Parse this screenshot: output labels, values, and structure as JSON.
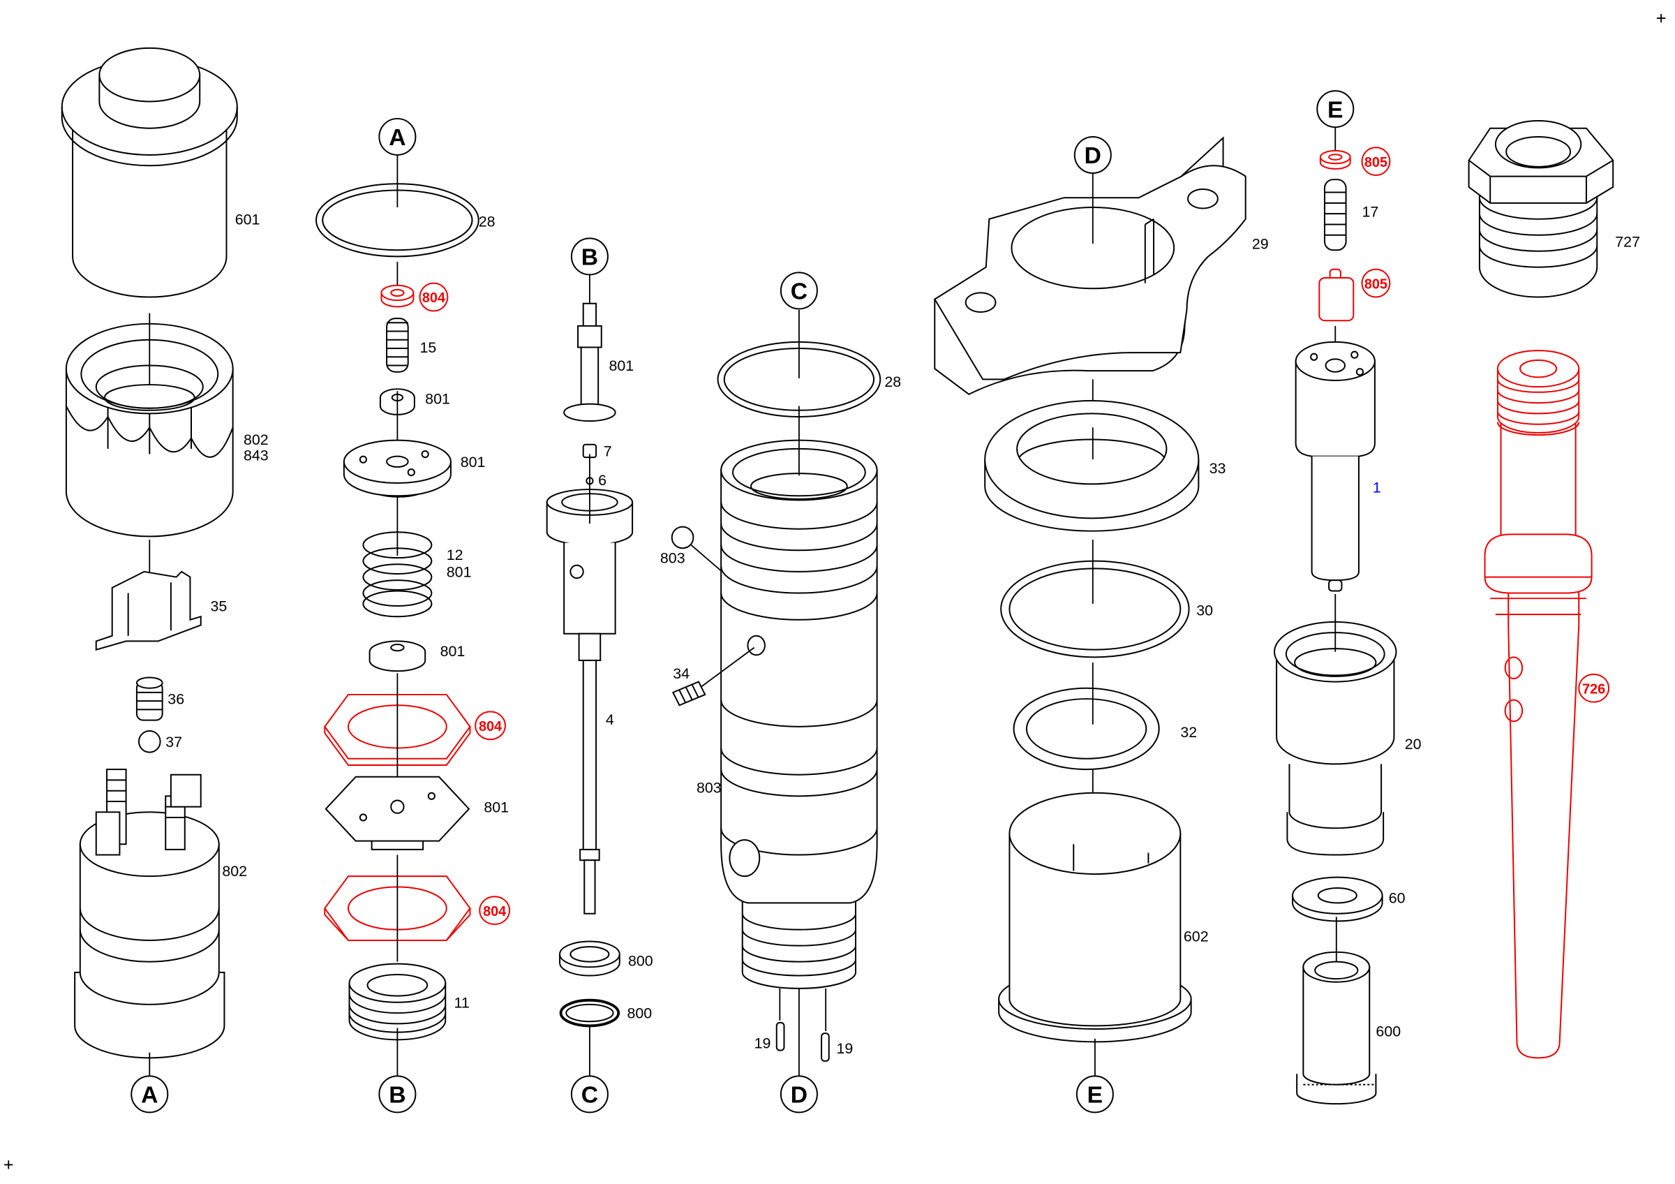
{
  "diagram": {
    "connectors": {
      "a": "A",
      "b": "B",
      "c": "C",
      "d": "D",
      "e": "E"
    },
    "parts": {
      "p601": "601",
      "p802a": "802",
      "p843": "843",
      "p35": "35",
      "p36": "36",
      "p37": "37",
      "p802b": "802",
      "p28a": "28",
      "p804a": "804",
      "p15": "15",
      "p801a": "801",
      "p801b": "801",
      "p12": "12",
      "p801c": "801",
      "p801d": "801",
      "p804b": "804",
      "p801e": "801",
      "p804c": "804",
      "p11": "11",
      "p801f": "801",
      "p7": "7",
      "p6": "6",
      "p4": "4",
      "p800a": "800",
      "p800b": "800",
      "p28b": "28",
      "p803a": "803",
      "p34": "34",
      "p803b": "803",
      "p19a": "19",
      "p19b": "19",
      "p29": "29",
      "p33": "33",
      "p30": "30",
      "p32": "32",
      "p602": "602",
      "p805a": "805",
      "p17": "17",
      "p805b": "805",
      "p1": "1",
      "p20": "20",
      "p60": "60",
      "p600": "600",
      "p727": "727",
      "p726": "726"
    },
    "colors": {
      "highlight": "#ee0000",
      "nozzle_label": "#0000ff",
      "line": "#000000"
    }
  }
}
